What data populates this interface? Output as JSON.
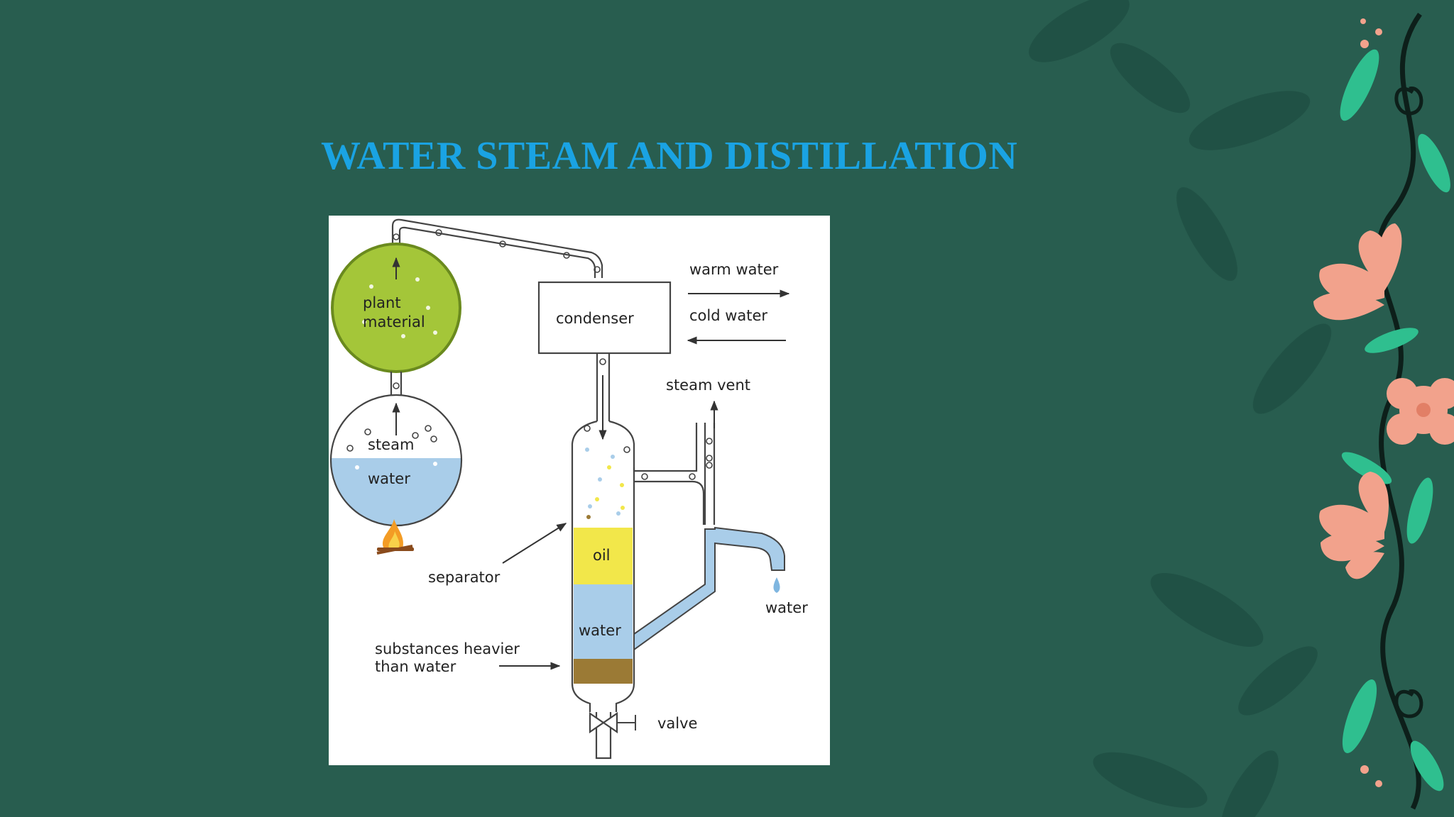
{
  "slide": {
    "title": "WATER STEAM AND DISTILLATION"
  },
  "diagram": {
    "labels": {
      "plant_material_line1": "plant",
      "plant_material_line2": "material",
      "steam": "steam",
      "flask_water": "water",
      "condenser": "condenser",
      "warm_water": "warm water",
      "cold_water": "cold water",
      "steam_vent": "steam vent",
      "oil": "oil",
      "separator": "separator",
      "separator_water": "water",
      "outlet_water": "water",
      "heavier_line1": "substances heavier",
      "heavier_line2": "than water",
      "valve": "valve"
    },
    "colors": {
      "plant_material": "#a4c639",
      "water": "#a9cde9",
      "oil": "#f2e74a",
      "sediment": "#9b7a35",
      "flame": "#f39c25"
    }
  },
  "theme": {
    "background": "#285d4f",
    "title_color": "#1aa3e3",
    "flower_color": "#f2a28c",
    "leaf_color": "#2fbf8f",
    "vine_color": "#0d1f1a"
  }
}
